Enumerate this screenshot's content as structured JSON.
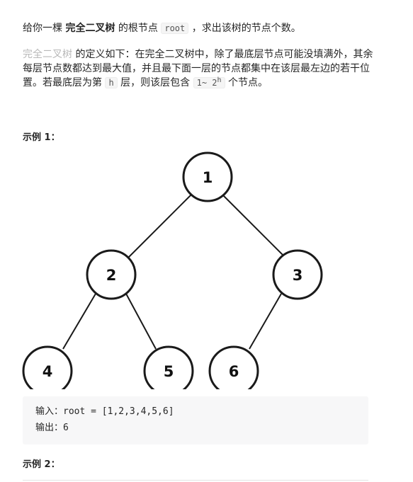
{
  "problem": {
    "line1": {
      "before": "给你一棵 ",
      "bold": "完全二叉树",
      "middle": " 的根节点 ",
      "code": "root",
      "after": " ，求出该树的节点个数。"
    },
    "line2": {
      "link": "完全二叉树",
      "text1": " 的定义如下：在完全二叉树中，除了最底层节点可能没填满外，其余每层节点数都达到最大值，并且最下面一层的节点都集中在该层最左边的若干位置。若最底层为第 ",
      "code_h": "h",
      "text2": " 层，则该层包含 ",
      "code_range": "1~ 2",
      "sup": "h",
      "text3": " 个节点。"
    }
  },
  "example1": {
    "title": "示例 1：",
    "tree_nodes": [
      "1",
      "2",
      "3",
      "4",
      "5",
      "6"
    ],
    "input_line": "输入：root = [1,2,3,4,5,6]",
    "output_line": "输出：6"
  },
  "example2": {
    "title": "示例 2："
  }
}
